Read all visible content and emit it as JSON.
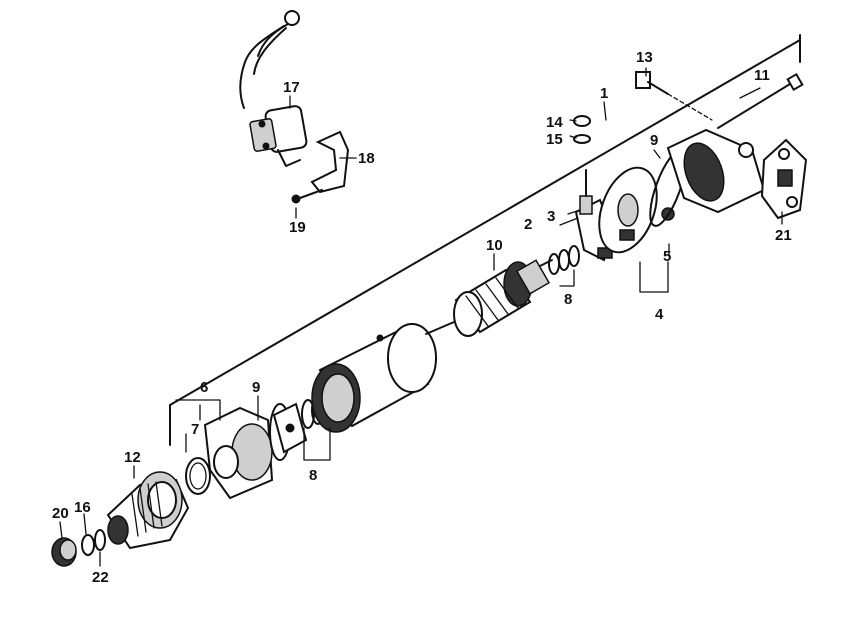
{
  "callouts": {
    "c1": "1",
    "c2": "2",
    "c3": "3",
    "c4": "4",
    "c5": "5",
    "c6": "6",
    "c7": "7",
    "c8a": "8",
    "c8b": "8",
    "c9a": "9",
    "c9b": "9",
    "c10": "10",
    "c11": "11",
    "c12": "12",
    "c13": "13",
    "c14": "14",
    "c15": "15",
    "c16": "16",
    "c17": "17",
    "c18": "18",
    "c19": "19",
    "c20": "20",
    "c21": "21",
    "c22": "22"
  }
}
